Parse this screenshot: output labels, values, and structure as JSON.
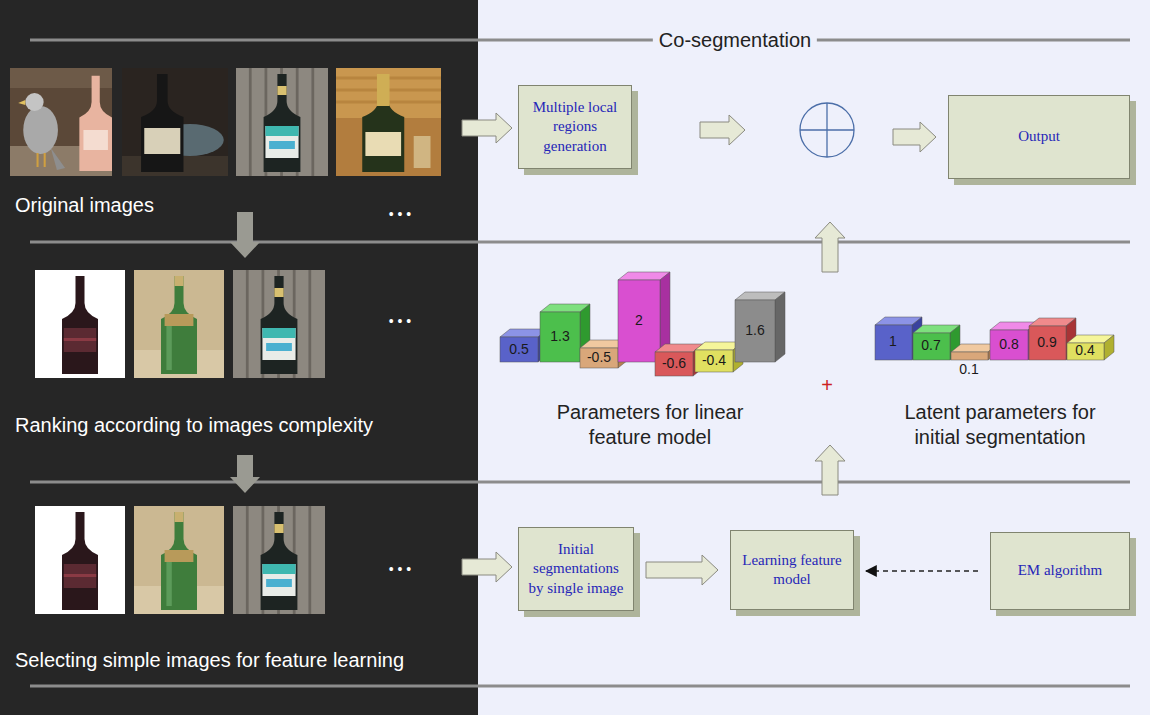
{
  "diagram": {
    "nodes": [
      {
        "text": [
          "Multiple local regions generation"
        ]
      },
      {
        "text": [
          "Output"
        ]
      },
      {
        "text": [
          "Initial segmentations by single image"
        ]
      },
      {
        "text": [
          "Learning feature model"
        ]
      },
      {
        "text": [
          "EM algorithm"
        ]
      }
    ],
    "edges": [
      {
        "from": 2,
        "to": 3,
        "arrow": "to"
      },
      {
        "from": 4,
        "to": 3,
        "arrow": "to"
      }
    ],
    "labels": [
      "Original images",
      "• • •",
      "Ranking according to images complexity",
      "• • •",
      "Selecting simple images for feature learning",
      "• • •",
      "Co-segmentation",
      "0.5",
      "1.3",
      "-0.5",
      "2",
      "-0.6",
      "-0.4",
      "1.6",
      "+",
      "1",
      "0.7",
      "0.1",
      "0.8",
      "0.9",
      "0.4",
      "Parameters for linear feature model",
      "Latent parameters for initial segmentation"
    ]
  }
}
